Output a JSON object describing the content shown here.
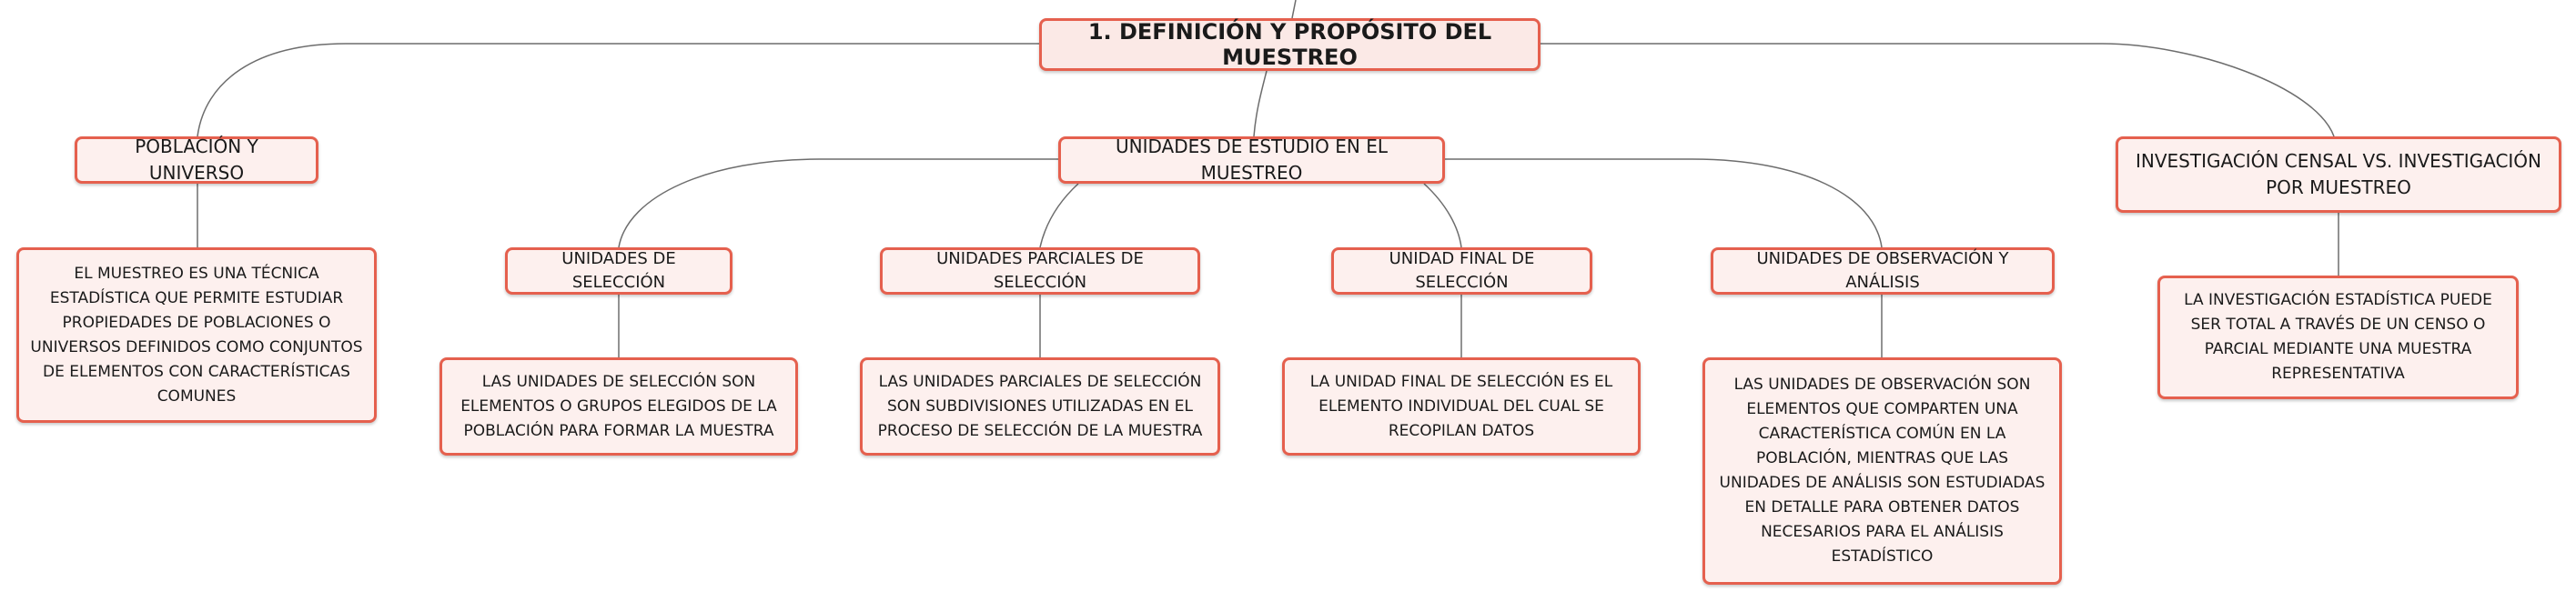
{
  "root": {
    "label": "1. DEFINICIÓN Y PROPÓSITO DEL MUESTREO"
  },
  "branches": {
    "poblacion": {
      "label": "POBLACIÓN Y UNIVERSO",
      "detail": "EL MUESTREO ES UNA TÉCNICA ESTADÍSTICA QUE PERMITE ESTUDIAR PROPIEDADES DE POBLACIONES O UNIVERSOS DEFINIDOS COMO CONJUNTOS DE ELEMENTOS CON CARACTERÍSTICAS COMUNES"
    },
    "unidades": {
      "label": "UNIDADES DE ESTUDIO EN EL MUESTREO",
      "children": [
        {
          "label": "UNIDADES DE SELECCIÓN",
          "detail": "LAS UNIDADES DE SELECCIÓN SON ELEMENTOS O GRUPOS ELEGIDOS DE LA POBLACIÓN PARA FORMAR LA MUESTRA"
        },
        {
          "label": "UNIDADES PARCIALES DE SELECCIÓN",
          "detail": "LAS UNIDADES PARCIALES DE SELECCIÓN SON SUBDIVISIONES UTILIZADAS EN EL PROCESO DE SELECCIÓN DE LA MUESTRA"
        },
        {
          "label": "UNIDAD FINAL DE SELECCIÓN",
          "detail": "LA UNIDAD FINAL DE SELECCIÓN ES EL ELEMENTO INDIVIDUAL DEL CUAL SE RECOPILAN DATOS"
        },
        {
          "label": "UNIDADES DE OBSERVACIÓN Y ANÁLISIS",
          "detail": "LAS UNIDADES DE OBSERVACIÓN SON ELEMENTOS QUE COMPARTEN UNA CARACTERÍSTICA COMÚN EN LA POBLACIÓN, MIENTRAS QUE LAS UNIDADES DE ANÁLISIS SON ESTUDIADAS EN DETALLE PARA OBTENER DATOS NECESARIOS PARA EL ANÁLISIS ESTADÍSTICO"
        }
      ]
    },
    "investigacion": {
      "label": "INVESTIGACIÓN CENSAL VS. INVESTIGACIÓN POR MUESTREO",
      "detail": "LA INVESTIGACIÓN ESTADÍSTICA PUEDE SER TOTAL A TRAVÉS DE UN CENSO O PARCIAL MEDIANTE UNA MUESTRA REPRESENTATIVA"
    }
  },
  "colors": {
    "border": "#e5604e",
    "fill": "#fdf0ee",
    "line": "#6d6d6d"
  }
}
